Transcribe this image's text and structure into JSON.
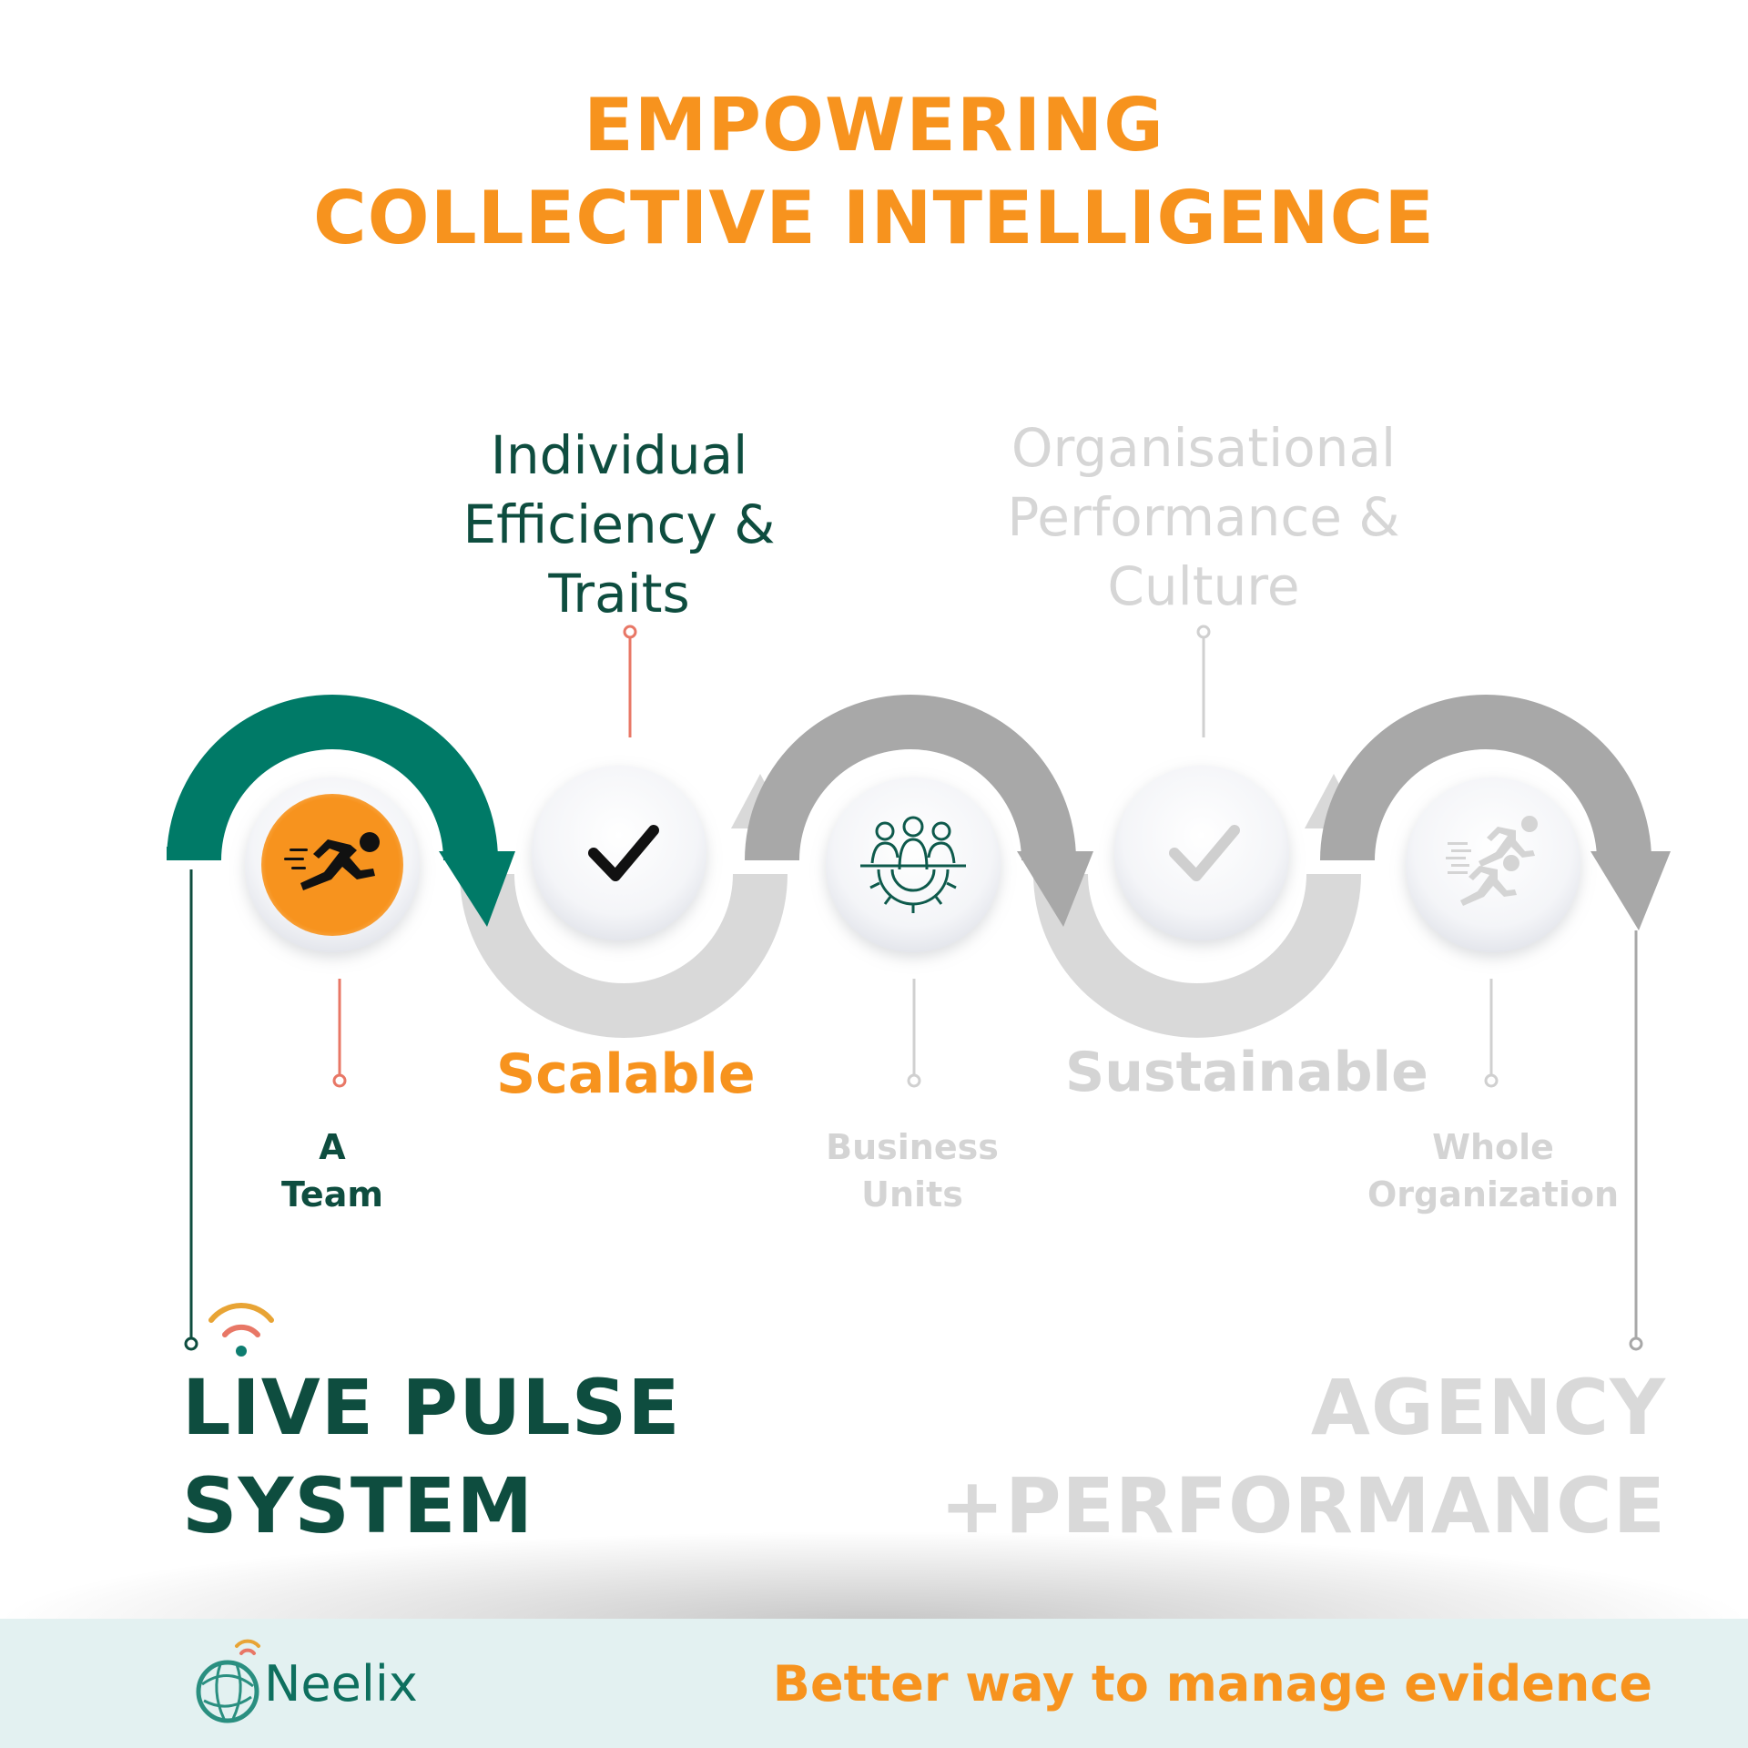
{
  "title": {
    "line1": "EMPOWERING",
    "line2": "COLLECTIVE INTELLIGENCE"
  },
  "stages_top": [
    {
      "lines": [
        "Individual",
        "Efficiency &",
        "Traits"
      ],
      "state": "active"
    },
    {
      "lines": [
        "Organisational",
        "Performance &",
        "Culture"
      ],
      "state": "inactive"
    }
  ],
  "stages_middle": [
    {
      "label": "Scalable",
      "state": "active"
    },
    {
      "label": "Sustainable",
      "state": "inactive"
    }
  ],
  "levels": [
    {
      "lines": [
        "A",
        "Team"
      ],
      "icon": "sprinter-icon",
      "state": "active"
    },
    {
      "lines": [
        "Business",
        "Units"
      ],
      "icon": "team-gear-icon",
      "state": "inactive"
    },
    {
      "lines": [
        "Whole",
        "Organization"
      ],
      "icon": "runners-icon",
      "state": "inactive"
    }
  ],
  "checkpoints": [
    {
      "icon": "checkmark-icon",
      "state": "active"
    },
    {
      "icon": "checkmark-icon",
      "state": "inactive"
    }
  ],
  "left_outcome": {
    "line1": "LIVE PULSE",
    "line2": "SYSTEM",
    "icon": "signal-icon"
  },
  "right_outcome": {
    "line1": "AGENCY",
    "line2": "+PERFORMANCE"
  },
  "footer": {
    "brand": "Neelix",
    "tagline": "Better way to manage evidence",
    "logo_icon": "neelix-globe-icon"
  },
  "colors": {
    "accent": "#F7931E",
    "primary_green": "#007A67",
    "dark_green": "#0E4D3F",
    "grey_arrow": "#A8A8A8",
    "light_grey": "#D9D9D9",
    "connector_red": "#E87766",
    "footer_bg": "#E3F1F1"
  }
}
